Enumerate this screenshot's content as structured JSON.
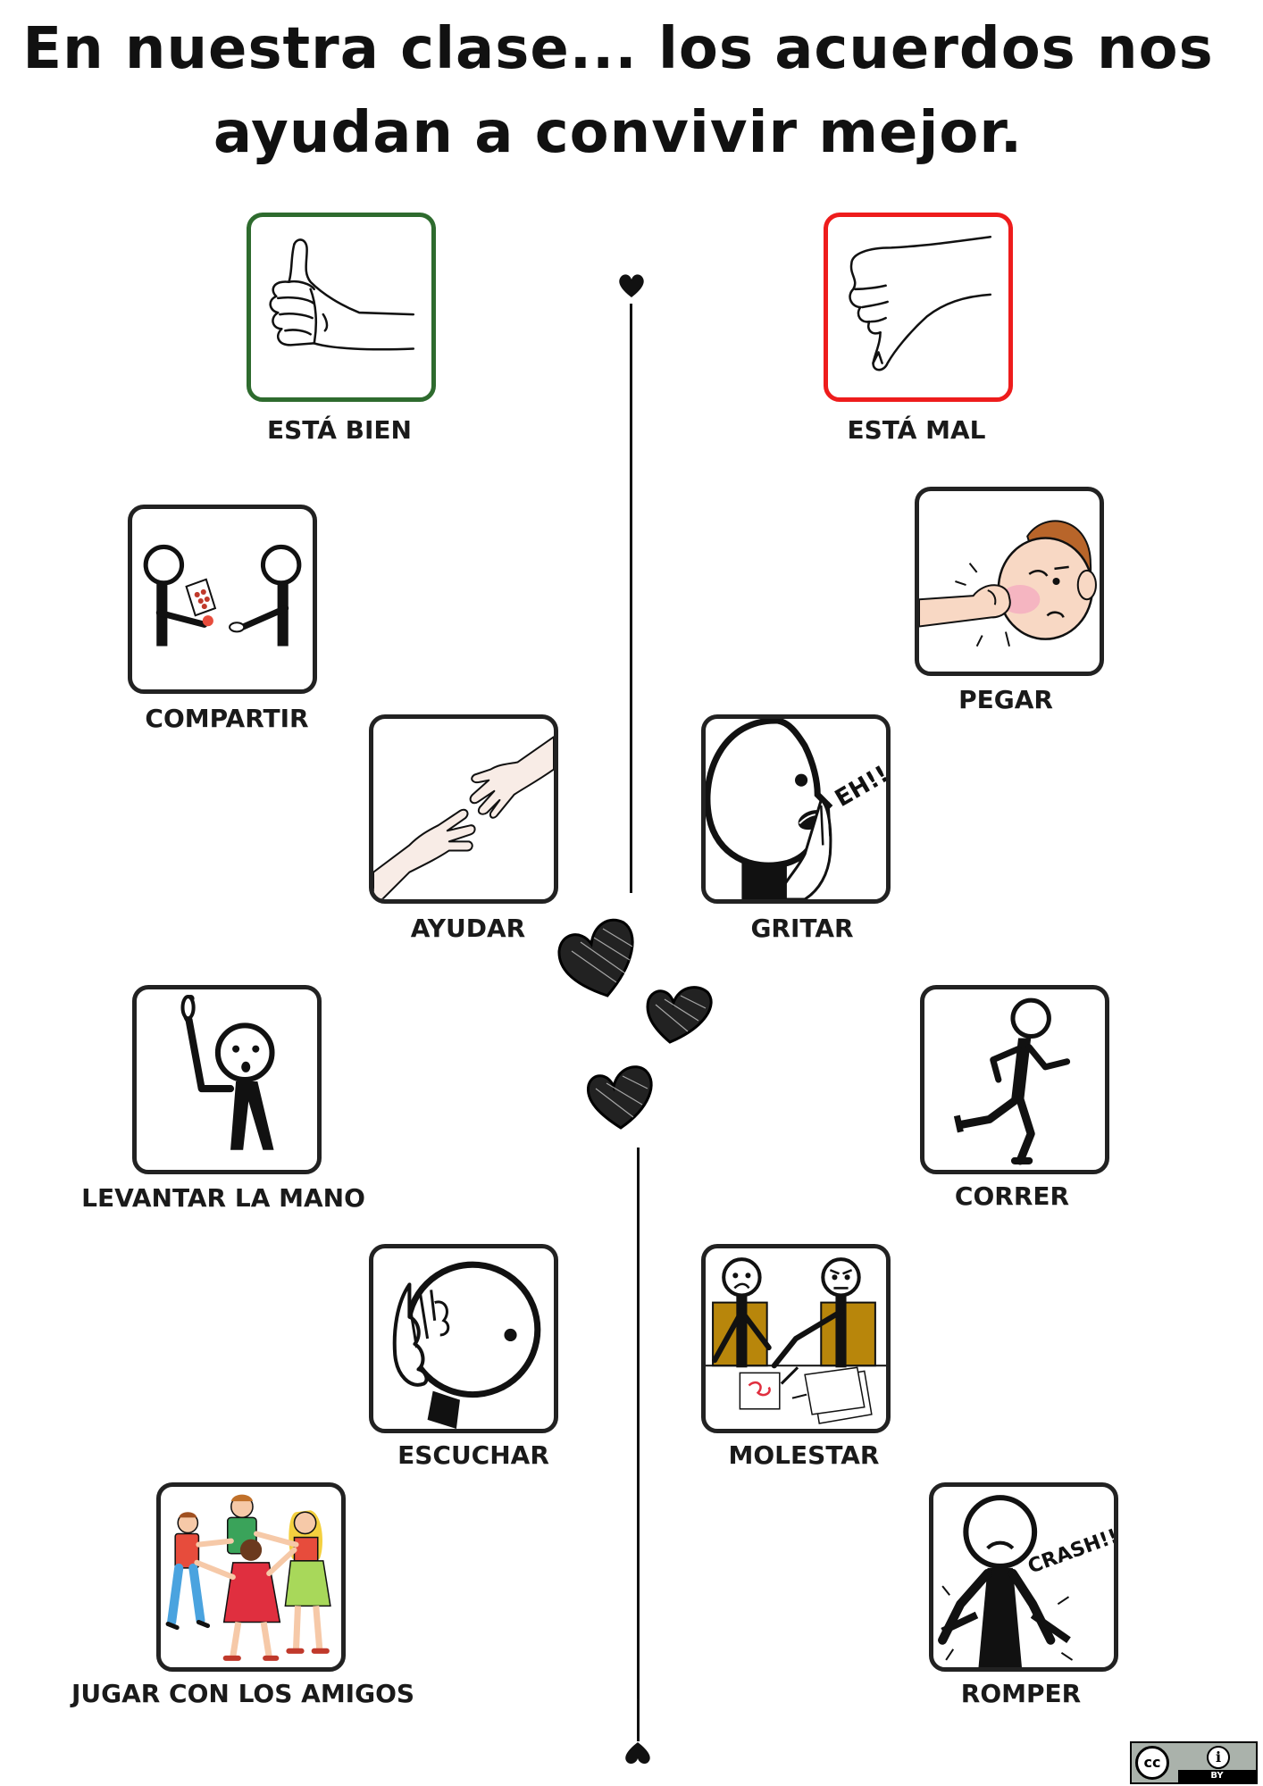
{
  "title": {
    "line1": "En nuestra clase... los acuerdos nos",
    "line2": "ayudan a convivir mejor."
  },
  "headers": {
    "good": "ESTÁ BIEN",
    "bad": "ESTÁ MAL"
  },
  "good_actions": [
    "COMPARTIR",
    "AYUDAR",
    "LEVANTAR LA MANO",
    "ESCUCHAR",
    "JUGAR CON LOS AMIGOS"
  ],
  "bad_actions": [
    "PEGAR",
    "GRITAR",
    "CORRER",
    "MOLESTAR",
    "ROMPER"
  ],
  "pictogram_text": {
    "shout": "EH!!",
    "crash": "CRASH!!"
  },
  "license": {
    "cc": "cc",
    "by": "BY",
    "info": "i"
  },
  "colors": {
    "good_border": "#2e6b2e",
    "bad_border": "#ee1c1c",
    "skin": "#f6ddd0",
    "hair_brown": "#a0522d",
    "chair_gold": "#b8860b"
  }
}
